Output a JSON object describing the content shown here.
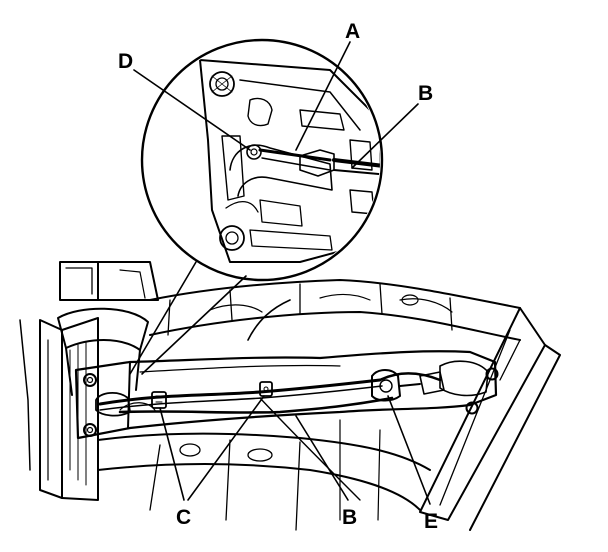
{
  "callouts": {
    "a": "A",
    "b_top": "B",
    "d": "D",
    "c": "C",
    "b_bottom": "B",
    "e": "E"
  },
  "colors": {
    "ink": "#000000",
    "paper": "#ffffff"
  }
}
